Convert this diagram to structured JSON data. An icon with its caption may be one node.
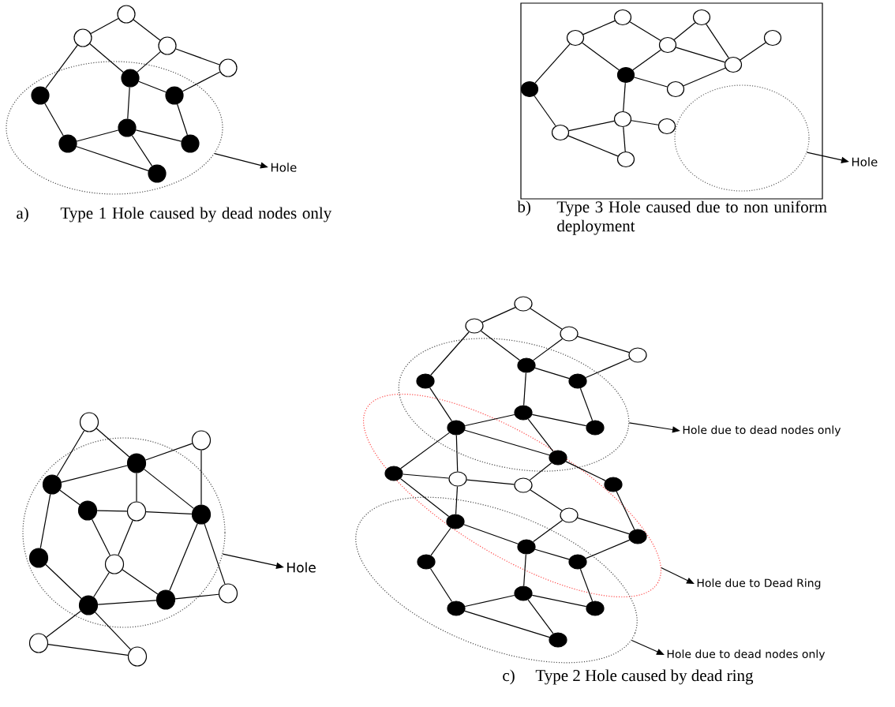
{
  "diagram": {
    "nodes": [
      {
        "text": [],
        "shape": "circle"
      },
      {
        "text": [],
        "shape": "circle"
      },
      {
        "text": [],
        "shape": "circle"
      },
      {
        "text": [],
        "shape": "circle"
      },
      {
        "text": [],
        "shape": "dot",
        "in": 11
      },
      {
        "text": [],
        "shape": "dot",
        "in": 11
      },
      {
        "text": [],
        "shape": "dot",
        "in": 11
      },
      {
        "text": [],
        "shape": "dot",
        "in": 11
      },
      {
        "text": [],
        "shape": "dot",
        "in": 11
      },
      {
        "text": [],
        "shape": "dot",
        "in": 11
      },
      {
        "text": [],
        "shape": "dot",
        "in": 11
      },
      {
        "text": [],
        "shape": "ellipse"
      },
      {
        "text": [
          "Hole"
        ]
      },
      {
        "text": [],
        "shape": "circle"
      },
      {
        "text": [],
        "shape": "circle"
      },
      {
        "text": [],
        "shape": "circle"
      },
      {
        "text": [],
        "shape": "circle"
      },
      {
        "text": [],
        "shape": "circle"
      },
      {
        "text": [],
        "shape": "circle"
      },
      {
        "text": [],
        "shape": "dot"
      },
      {
        "text": [],
        "shape": "dot"
      },
      {
        "text": [],
        "shape": "circle"
      },
      {
        "text": [],
        "shape": "circle"
      },
      {
        "text": [],
        "shape": "circle"
      },
      {
        "text": [],
        "shape": "circle"
      },
      {
        "text": [],
        "shape": "circle"
      },
      {
        "text": [],
        "shape": "ellipse"
      },
      {
        "text": [
          "Hole"
        ]
      },
      {
        "text": [],
        "shape": "circle"
      },
      {
        "text": [],
        "shape": "circle"
      },
      {
        "text": [],
        "shape": "dot",
        "in": 42
      },
      {
        "text": [],
        "shape": "dot",
        "in": 42
      },
      {
        "text": [],
        "shape": "dot",
        "in": 42
      },
      {
        "text": [],
        "shape": "circle",
        "in": 42
      },
      {
        "text": [],
        "shape": "dot",
        "in": 42
      },
      {
        "text": [],
        "shape": "dot",
        "in": 42
      },
      {
        "text": [],
        "shape": "circle",
        "in": 42
      },
      {
        "text": [],
        "shape": "dot",
        "in": 42
      },
      {
        "text": [],
        "shape": "dot",
        "in": 42
      },
      {
        "text": [],
        "shape": "circle"
      },
      {
        "text": [],
        "shape": "circle"
      },
      {
        "text": [],
        "shape": "circle"
      },
      {
        "text": [],
        "shape": "ellipse"
      },
      {
        "text": [
          "Hole"
        ]
      },
      {
        "text": [],
        "shape": "circle"
      },
      {
        "text": [],
        "shape": "circle"
      },
      {
        "text": [],
        "shape": "circle"
      },
      {
        "text": [],
        "shape": "circle"
      },
      {
        "text": [],
        "shape": "dot",
        "in": 69
      },
      {
        "text": [],
        "shape": "dot",
        "in": 69
      },
      {
        "text": [],
        "shape": "dot",
        "in": 69
      },
      {
        "text": [],
        "shape": "dot",
        "in": 69
      },
      {
        "text": [],
        "shape": "dot"
      },
      {
        "text": [],
        "shape": "dot",
        "in": 69
      },
      {
        "text": [],
        "shape": "dot"
      },
      {
        "text": [],
        "shape": "dot",
        "in": 71
      },
      {
        "text": [],
        "shape": "circle",
        "in": 71
      },
      {
        "text": [],
        "shape": "circle",
        "in": 71
      },
      {
        "text": [],
        "shape": "dot"
      },
      {
        "text": [],
        "shape": "circle",
        "in": 71
      },
      {
        "text": [],
        "shape": "dot"
      },
      {
        "text": [],
        "shape": "dot",
        "in": 71
      },
      {
        "text": [],
        "shape": "dot"
      },
      {
        "text": [],
        "shape": "dot",
        "in": 73
      },
      {
        "text": [],
        "shape": "dot"
      },
      {
        "text": [],
        "shape": "dot",
        "in": 73
      },
      {
        "text": [],
        "shape": "dot",
        "in": 73
      },
      {
        "text": [],
        "shape": "dot",
        "in": 73
      },
      {
        "text": [],
        "shape": "dot",
        "in": 73
      },
      {
        "text": [],
        "shape": "ellipse"
      },
      {
        "text": [
          "Hole due to dead nodes only"
        ]
      },
      {
        "text": [],
        "shape": "ellipse"
      },
      {
        "text": [
          "Hole due to Dead Ring"
        ]
      },
      {
        "text": [],
        "shape": "ellipse"
      },
      {
        "text": [
          "Hole due to dead nodes only"
        ]
      }
    ],
    "edges": [
      {
        "from": 0,
        "to": 1,
        "arrow": "none"
      },
      {
        "from": 0,
        "to": 2,
        "arrow": "none"
      },
      {
        "from": 1,
        "to": 5,
        "arrow": "none"
      },
      {
        "from": 1,
        "to": 4,
        "arrow": "none"
      },
      {
        "from": 2,
        "to": 4,
        "arrow": "none"
      },
      {
        "from": 2,
        "to": 3,
        "arrow": "none"
      },
      {
        "from": 3,
        "to": 6,
        "arrow": "none"
      },
      {
        "from": 4,
        "to": 6,
        "arrow": "none"
      },
      {
        "from": 4,
        "to": 7,
        "arrow": "none"
      },
      {
        "from": 5,
        "to": 8,
        "arrow": "none"
      },
      {
        "from": 8,
        "to": 7,
        "arrow": "none"
      },
      {
        "from": 8,
        "to": 10,
        "arrow": "none"
      },
      {
        "from": 7,
        "to": 10,
        "arrow": "none"
      },
      {
        "from": 7,
        "to": 9,
        "arrow": "none"
      },
      {
        "from": 6,
        "to": 9,
        "arrow": "none"
      },
      {
        "from": 11,
        "to": 12,
        "arrow": "to"
      },
      {
        "from": 15,
        "to": 13,
        "arrow": "none"
      },
      {
        "from": 13,
        "to": 17,
        "arrow": "none"
      },
      {
        "from": 17,
        "to": 14,
        "arrow": "none"
      },
      {
        "from": 14,
        "to": 18,
        "arrow": "none"
      },
      {
        "from": 17,
        "to": 18,
        "arrow": "none"
      },
      {
        "from": 18,
        "to": 16,
        "arrow": "none"
      },
      {
        "from": 15,
        "to": 19,
        "arrow": "none"
      },
      {
        "from": 17,
        "to": 19,
        "arrow": "none"
      },
      {
        "from": 15,
        "to": 20,
        "arrow": "none"
      },
      {
        "from": 19,
        "to": 21,
        "arrow": "none"
      },
      {
        "from": 21,
        "to": 18,
        "arrow": "none"
      },
      {
        "from": 19,
        "to": 22,
        "arrow": "none"
      },
      {
        "from": 22,
        "to": 23,
        "arrow": "none"
      },
      {
        "from": 22,
        "to": 24,
        "arrow": "none"
      },
      {
        "from": 20,
        "to": 24,
        "arrow": "none"
      },
      {
        "from": 24,
        "to": 25,
        "arrow": "none"
      },
      {
        "from": 22,
        "to": 25,
        "arrow": "none"
      },
      {
        "from": 26,
        "to": 27,
        "arrow": "to"
      },
      {
        "from": 28,
        "to": 31,
        "arrow": "none"
      },
      {
        "from": 28,
        "to": 30,
        "arrow": "none"
      },
      {
        "from": 30,
        "to": 29,
        "arrow": "none"
      },
      {
        "from": 29,
        "to": 34,
        "arrow": "none"
      },
      {
        "from": 31,
        "to": 30,
        "arrow": "none"
      },
      {
        "from": 31,
        "to": 32,
        "arrow": "none"
      },
      {
        "from": 31,
        "to": 35,
        "arrow": "none"
      },
      {
        "from": 30,
        "to": 33,
        "arrow": "none"
      },
      {
        "from": 30,
        "to": 34,
        "arrow": "none"
      },
      {
        "from": 32,
        "to": 33,
        "arrow": "none"
      },
      {
        "from": 33,
        "to": 34,
        "arrow": "none"
      },
      {
        "from": 32,
        "to": 36,
        "arrow": "none"
      },
      {
        "from": 33,
        "to": 36,
        "arrow": "none"
      },
      {
        "from": 36,
        "to": 37,
        "arrow": "none"
      },
      {
        "from": 36,
        "to": 38,
        "arrow": "none"
      },
      {
        "from": 34,
        "to": 38,
        "arrow": "none"
      },
      {
        "from": 34,
        "to": 39,
        "arrow": "none"
      },
      {
        "from": 35,
        "to": 37,
        "arrow": "none"
      },
      {
        "from": 37,
        "to": 38,
        "arrow": "none"
      },
      {
        "from": 38,
        "to": 39,
        "arrow": "none"
      },
      {
        "from": 37,
        "to": 40,
        "arrow": "none"
      },
      {
        "from": 37,
        "to": 41,
        "arrow": "none"
      },
      {
        "from": 40,
        "to": 41,
        "arrow": "none"
      },
      {
        "from": 42,
        "to": 43,
        "arrow": "to"
      },
      {
        "from": 45,
        "to": 44,
        "arrow": "none"
      },
      {
        "from": 44,
        "to": 46,
        "arrow": "none"
      },
      {
        "from": 46,
        "to": 47,
        "arrow": "none"
      },
      {
        "from": 45,
        "to": 49,
        "arrow": "none"
      },
      {
        "from": 45,
        "to": 48,
        "arrow": "none"
      },
      {
        "from": 46,
        "to": 48,
        "arrow": "none"
      },
      {
        "from": 47,
        "to": 50,
        "arrow": "none"
      },
      {
        "from": 48,
        "to": 50,
        "arrow": "none"
      },
      {
        "from": 48,
        "to": 51,
        "arrow": "none"
      },
      {
        "from": 49,
        "to": 52,
        "arrow": "none"
      },
      {
        "from": 52,
        "to": 51,
        "arrow": "none"
      },
      {
        "from": 51,
        "to": 54,
        "arrow": "none"
      },
      {
        "from": 52,
        "to": 54,
        "arrow": "none"
      },
      {
        "from": 50,
        "to": 53,
        "arrow": "none"
      },
      {
        "from": 51,
        "to": 53,
        "arrow": "none"
      },
      {
        "from": 52,
        "to": 55,
        "arrow": "none"
      },
      {
        "from": 52,
        "to": 56,
        "arrow": "none"
      },
      {
        "from": 55,
        "to": 56,
        "arrow": "none"
      },
      {
        "from": 56,
        "to": 57,
        "arrow": "none"
      },
      {
        "from": 54,
        "to": 57,
        "arrow": "none"
      },
      {
        "from": 54,
        "to": 58,
        "arrow": "none"
      },
      {
        "from": 57,
        "to": 59,
        "arrow": "none"
      },
      {
        "from": 58,
        "to": 61,
        "arrow": "none"
      },
      {
        "from": 59,
        "to": 61,
        "arrow": "none"
      },
      {
        "from": 55,
        "to": 60,
        "arrow": "none"
      },
      {
        "from": 56,
        "to": 60,
        "arrow": "none"
      },
      {
        "from": 60,
        "to": 62,
        "arrow": "none"
      },
      {
        "from": 62,
        "to": 59,
        "arrow": "none"
      },
      {
        "from": 60,
        "to": 63,
        "arrow": "none"
      },
      {
        "from": 62,
        "to": 64,
        "arrow": "none"
      },
      {
        "from": 61,
        "to": 64,
        "arrow": "none"
      },
      {
        "from": 62,
        "to": 65,
        "arrow": "none"
      },
      {
        "from": 63,
        "to": 66,
        "arrow": "none"
      },
      {
        "from": 65,
        "to": 66,
        "arrow": "none"
      },
      {
        "from": 65,
        "to": 67,
        "arrow": "none"
      },
      {
        "from": 64,
        "to": 67,
        "arrow": "none"
      },
      {
        "from": 66,
        "to": 68,
        "arrow": "none"
      },
      {
        "from": 65,
        "to": 68,
        "arrow": "none"
      },
      {
        "from": 69,
        "to": 70,
        "arrow": "to"
      },
      {
        "from": 71,
        "to": 72,
        "arrow": "to"
      },
      {
        "from": 73,
        "to": 74,
        "arrow": "to"
      }
    ],
    "labels": [
      "a)",
      "Type 1 Hole caused by dead nodes only",
      "b)",
      "Type 3 Hole caused due to non uniform deployment",
      "c)",
      "Type 2 Hole caused by dead ring"
    ]
  }
}
